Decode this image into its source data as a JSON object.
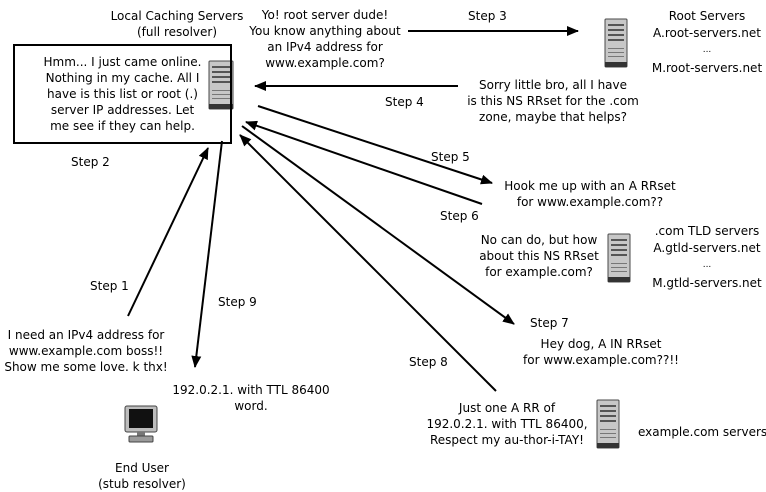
{
  "local": {
    "title_1": "Local Caching Servers",
    "title_2": "(full resolver)"
  },
  "root": {
    "title": "Root Servers",
    "line_1": "A.root-servers.net",
    "line_2": "...",
    "line_3": "M.root-servers.net"
  },
  "tld": {
    "title": ".com TLD servers",
    "line_1": "A.gtld-servers.net",
    "line_2": "...",
    "line_3": "M.gtld-servers.net"
  },
  "auth": {
    "title": "example.com servers"
  },
  "end_user": {
    "title_1": "End User",
    "title_2": "(stub resolver)"
  },
  "note": {
    "lines": [
      "Hmm... I just came online.",
      "Nothing in my cache.  All I",
      "have is this list or root (.)",
      "server IP addresses.  Let",
      "me see if they can help."
    ]
  },
  "steps": {
    "s1": "Step 1",
    "s2": "Step 2",
    "s3": "Step 3",
    "s4": "Step 4",
    "s5": "Step 5",
    "s6": "Step 6",
    "s7": "Step 7",
    "s8": "Step 8",
    "s9": "Step 9"
  },
  "msgs": {
    "q_root": [
      "Yo! root server dude!",
      "You know anything about",
      "an IPv4 address for",
      "www.example.com?"
    ],
    "r_root": [
      "Sorry little bro, all I have",
      "is this NS RRset for the .com",
      "zone, maybe that helps?"
    ],
    "q_tld": [
      "Hook me up with an A RRset",
      "for www.example.com??"
    ],
    "r_tld": [
      "No can do, but how",
      "about this NS RRset",
      "for example.com?"
    ],
    "q_auth": [
      "Hey dog, A IN RRset",
      "for www.example.com??!!"
    ],
    "r_auth": [
      "Just one A RR of",
      "192.0.2.1. with TTL 86400,",
      "Respect my au-thor-i-TAY!"
    ],
    "user_q": [
      "I need an IPv4 address for",
      "www.example.com boss!!",
      "Show me some love.  k thx!"
    ],
    "user_a": [
      "192.0.2.1. with TTL 86400",
      "word."
    ]
  }
}
